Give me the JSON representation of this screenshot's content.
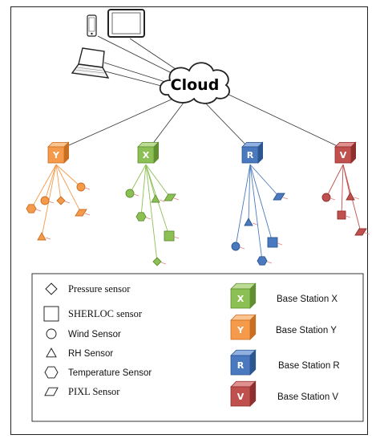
{
  "cloud": {
    "label": "Cloud"
  },
  "stations": [
    {
      "id": "Y",
      "color": "#f59a4a",
      "dark": "#c96f22",
      "light": "#fbc48f"
    },
    {
      "id": "X",
      "color": "#8cbf54",
      "dark": "#5f8f31",
      "light": "#bcdc96"
    },
    {
      "id": "R",
      "color": "#4a79bf",
      "dark": "#2c568f",
      "light": "#8fb0e0"
    },
    {
      "id": "V",
      "color": "#c0504d",
      "dark": "#8f2f2d",
      "light": "#e0908e"
    }
  ],
  "legend": {
    "sensors": [
      {
        "shape": "diamond",
        "label": "Pressure sensor",
        "font": "serif"
      },
      {
        "shape": "square",
        "label": "SHERLOC sensor",
        "font": "serif"
      },
      {
        "shape": "circle",
        "label": "Wind Sensor",
        "font": "sans"
      },
      {
        "shape": "triangle",
        "label": "RH Sensor",
        "font": "sans"
      },
      {
        "shape": "hexagon",
        "label": "Temperature Sensor",
        "font": "sans"
      },
      {
        "shape": "parallelogram",
        "label": "PIXL Sensor",
        "font": "serif"
      }
    ],
    "stations": [
      {
        "id": "X",
        "label": "Base Station X"
      },
      {
        "id": "Y",
        "label": "Base Station Y"
      },
      {
        "id": "R",
        "label": "Base Station R"
      },
      {
        "id": "V",
        "label": "Base Station V"
      }
    ]
  }
}
